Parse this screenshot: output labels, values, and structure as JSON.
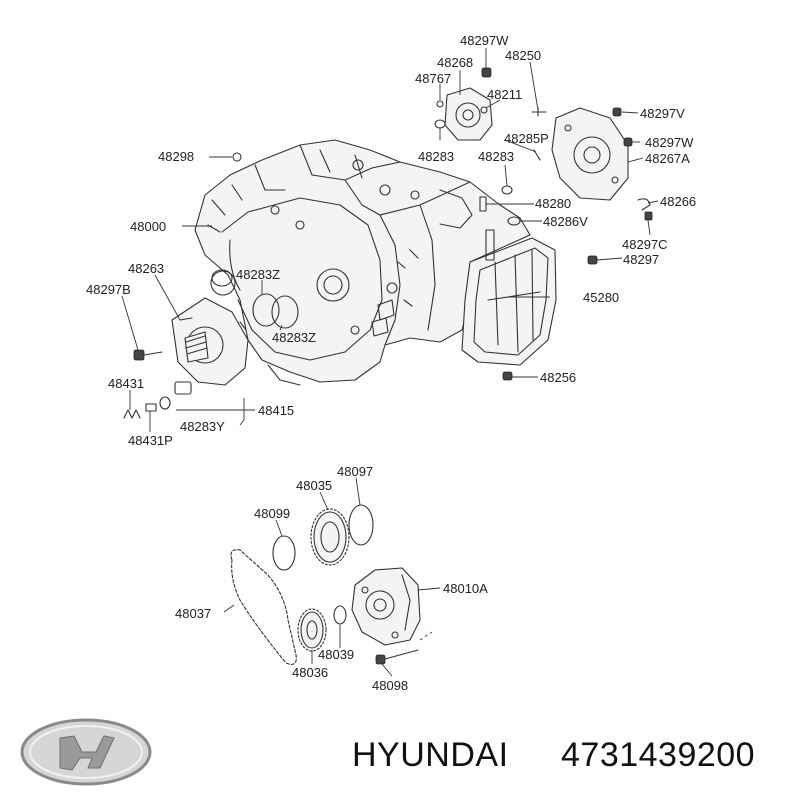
{
  "brand": {
    "name": "HYUNDAI",
    "part_number": "4731439200",
    "logo_color": "#9a9a9a"
  },
  "callouts": [
    {
      "id": "c1",
      "text": "48297W"
    },
    {
      "id": "c2",
      "text": "48268"
    },
    {
      "id": "c3",
      "text": "48250"
    },
    {
      "id": "c4",
      "text": "48767"
    },
    {
      "id": "c5",
      "text": "48211"
    },
    {
      "id": "c6",
      "text": "48297V"
    },
    {
      "id": "c7",
      "text": "48285P"
    },
    {
      "id": "c8",
      "text": "48297W"
    },
    {
      "id": "c9",
      "text": "48298"
    },
    {
      "id": "c10",
      "text": "48283"
    },
    {
      "id": "c11",
      "text": "48283"
    },
    {
      "id": "c12",
      "text": "48267A"
    },
    {
      "id": "c13",
      "text": "48266"
    },
    {
      "id": "c14",
      "text": "48280"
    },
    {
      "id": "c15",
      "text": "48000"
    },
    {
      "id": "c16",
      "text": "48286V"
    },
    {
      "id": "c17",
      "text": "48297C"
    },
    {
      "id": "c18",
      "text": "48297"
    },
    {
      "id": "c19",
      "text": "48263"
    },
    {
      "id": "c20",
      "text": "48283Z"
    },
    {
      "id": "c21",
      "text": "48297B"
    },
    {
      "id": "c22",
      "text": "45280"
    },
    {
      "id": "c23",
      "text": "48283Z"
    },
    {
      "id": "c24",
      "text": "48256"
    },
    {
      "id": "c25",
      "text": "48431"
    },
    {
      "id": "c26",
      "text": "48415"
    },
    {
      "id": "c27",
      "text": "48283Y"
    },
    {
      "id": "c28",
      "text": "48431P"
    },
    {
      "id": "c29",
      "text": "48097"
    },
    {
      "id": "c30",
      "text": "48035"
    },
    {
      "id": "c31",
      "text": "48099"
    },
    {
      "id": "c32",
      "text": "48010A"
    },
    {
      "id": "c33",
      "text": "48037"
    },
    {
      "id": "c34",
      "text": "48039"
    },
    {
      "id": "c35",
      "text": "48036"
    },
    {
      "id": "c36",
      "text": "48098"
    }
  ]
}
